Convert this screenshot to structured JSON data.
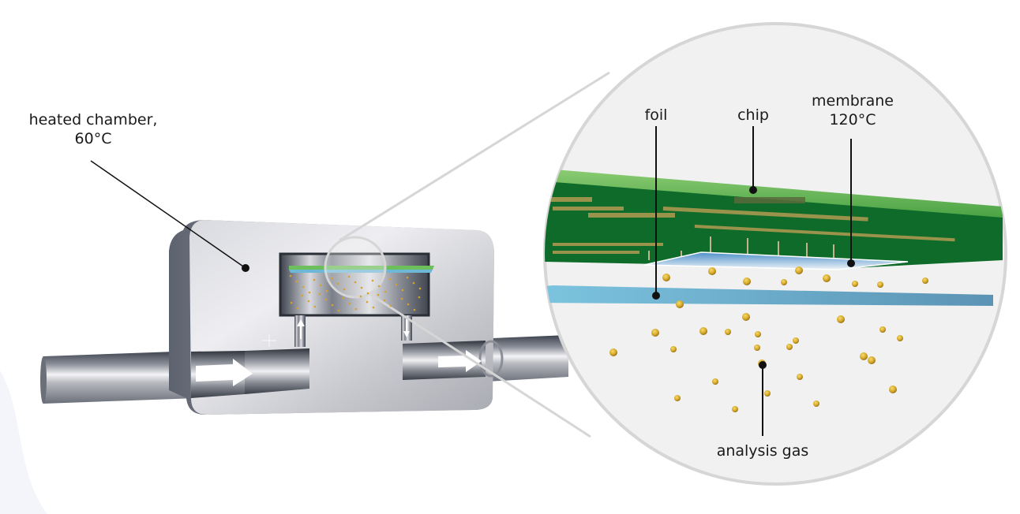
{
  "diagram": {
    "title": "Gas sensor measuring principle",
    "labels": {
      "heated_chamber": {
        "line1": "heated chamber,",
        "line2": "60°C"
      },
      "foil": "foil",
      "chip": "chip",
      "membrane": {
        "line1": "membrane",
        "line2": "120°C"
      },
      "analysis_gas": "analysis gas"
    },
    "colors": {
      "pcb_green": "#0e6b2a",
      "pcb_edge_green": "#6cbf5a",
      "trace_gold": "#b39a52",
      "foil_blue": "#6db8d6",
      "membrane_blue": "#5aa0d0",
      "particle_gold": "#d4a72a",
      "zoom_circle_fill": "#f1f1f1",
      "zoom_circle_stroke": "#d6d6d6",
      "leader_line": "#111111",
      "metal_light": "#e4e4e8",
      "metal_dark": "#5e6470"
    },
    "flow_direction": "left-to-right"
  }
}
